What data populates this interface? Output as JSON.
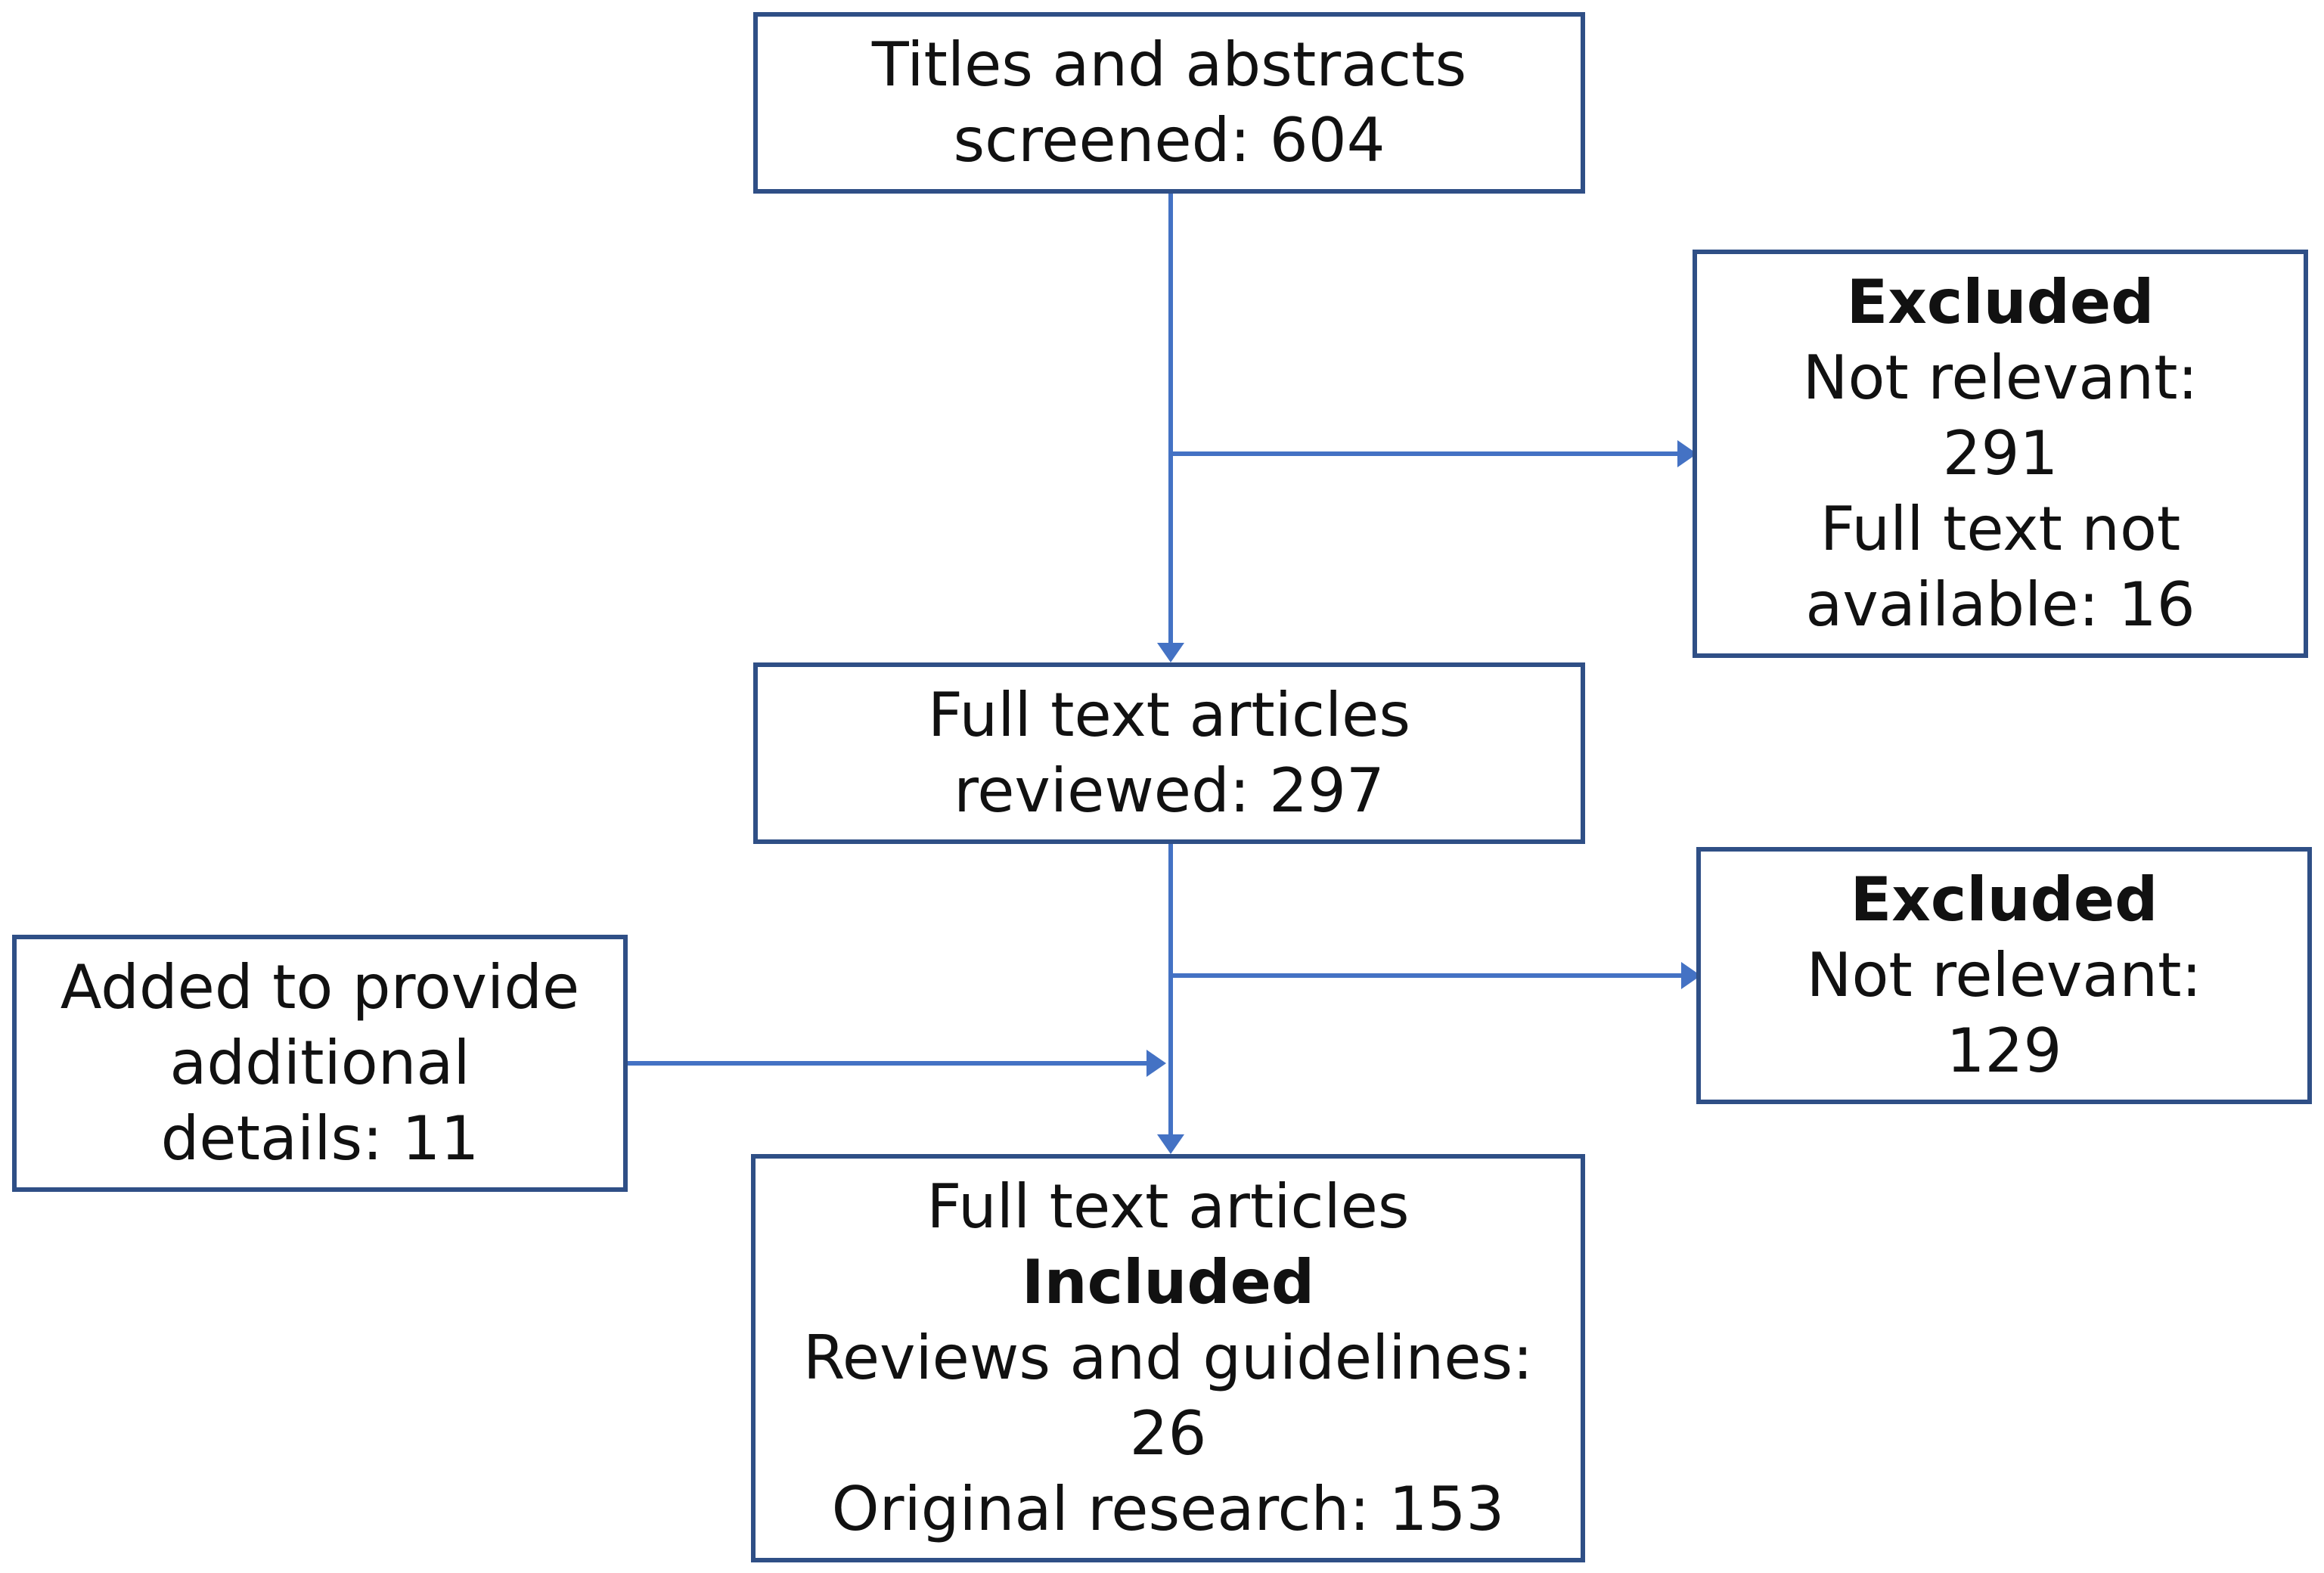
{
  "boxes": {
    "screened": {
      "line1": "Titles and abstracts",
      "line2": "screened: 604"
    },
    "excluded_first": {
      "heading": "Excluded",
      "line1": "Not relevant:",
      "line2": "291",
      "line3": "Full text not",
      "line4": "available: 16"
    },
    "reviewed": {
      "line1": "Full text articles",
      "line2": "reviewed: 297"
    },
    "excluded_second": {
      "heading": "Excluded",
      "line1": "Not relevant:",
      "line2": "129"
    },
    "added": {
      "line1": "Added to provide",
      "line2": "additional",
      "line3": "details: 11"
    },
    "included": {
      "line1": "Full text articles",
      "heading": "Included",
      "line2": "Reviews and guidelines:",
      "line3": "26",
      "line4": "Original research: 153"
    }
  },
  "colors": {
    "box_border": "#2f4f86",
    "arrow": "#4472c4",
    "text": "#111111"
  }
}
